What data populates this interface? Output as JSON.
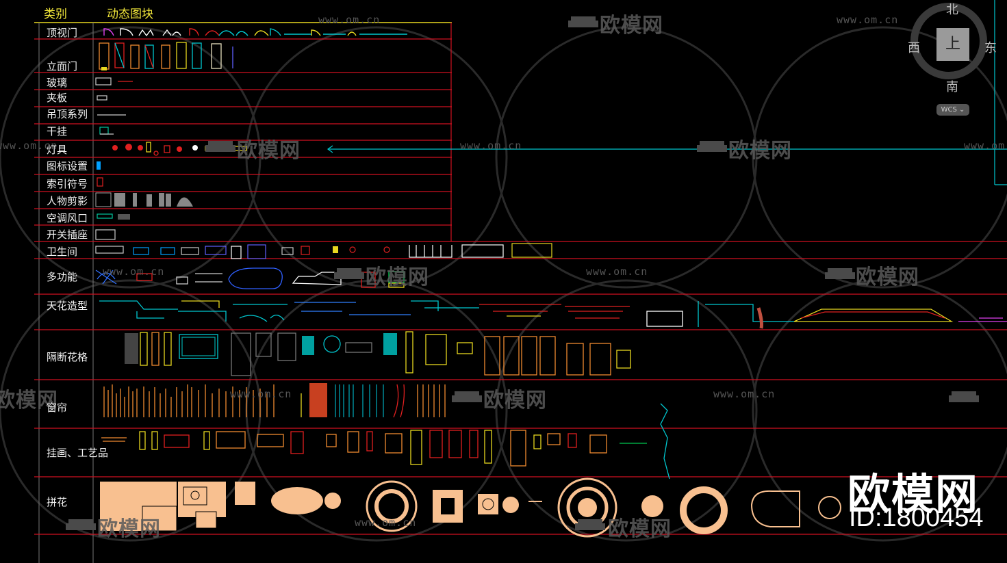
{
  "header": {
    "category": "类别",
    "dynamic_blocks": "动态图块"
  },
  "rows": [
    {
      "label": "顶视门"
    },
    {
      "label": "立面门"
    },
    {
      "label": "玻璃"
    },
    {
      "label": "夹板"
    },
    {
      "label": "吊顶系列"
    },
    {
      "label": "干挂"
    },
    {
      "label": "灯具"
    },
    {
      "label": "图标设置"
    },
    {
      "label": "索引符号"
    },
    {
      "label": "人物剪影"
    },
    {
      "label": "空调风口"
    },
    {
      "label": "开关插座"
    },
    {
      "label": "卫生间"
    },
    {
      "label": "多功能"
    },
    {
      "label": "天花造型"
    },
    {
      "label": "隔断花格"
    },
    {
      "label": "窗帘"
    },
    {
      "label": "挂画、工艺品"
    },
    {
      "label": "拼花"
    }
  ],
  "viewcube": {
    "north": "北",
    "south": "南",
    "east": "东",
    "west": "西",
    "top": "上",
    "wcs": "WCS"
  },
  "watermark": {
    "brand": "欧模网",
    "url": "www.om.cn",
    "id": "ID:1800454"
  },
  "colors": {
    "grid_red": "#d01020",
    "grid_yellow": "#e8d820",
    "cyan": "#00c8d0",
    "orange": "#f08a30",
    "peach": "#f8c090"
  }
}
